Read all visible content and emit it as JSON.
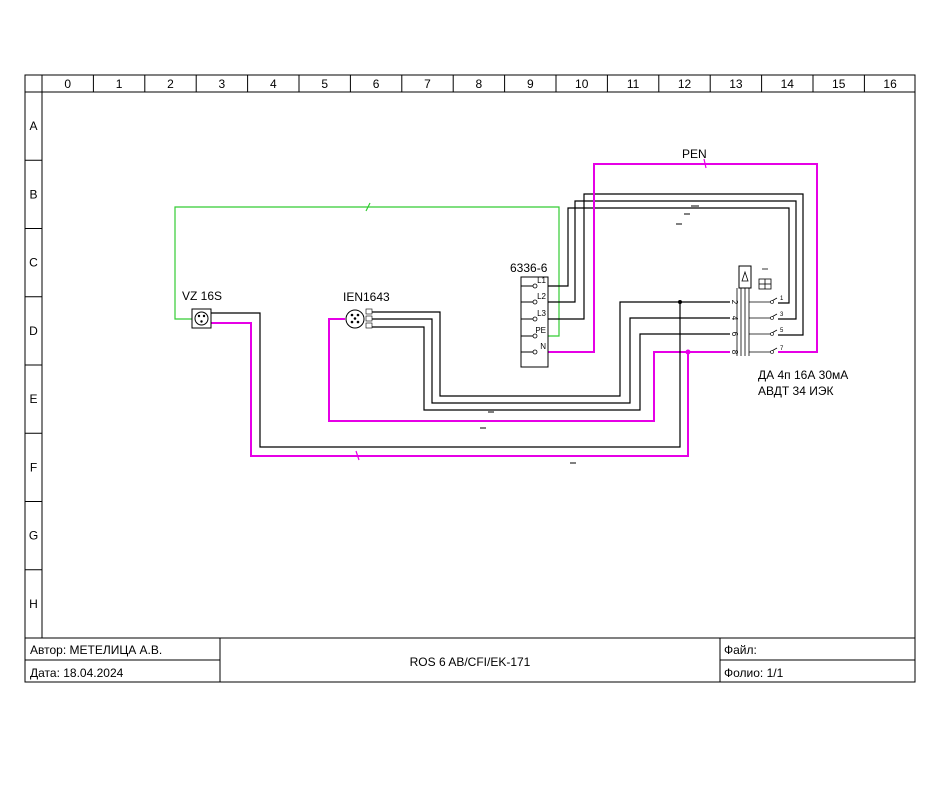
{
  "frame": {
    "columns": [
      "0",
      "1",
      "2",
      "3",
      "4",
      "5",
      "6",
      "7",
      "8",
      "9",
      "10",
      "11",
      "12",
      "13",
      "14",
      "15",
      "16"
    ],
    "rows": [
      "A",
      "B",
      "C",
      "D",
      "E",
      "F",
      "G",
      "H"
    ]
  },
  "components": {
    "socket_vz": {
      "label": "VZ 16S"
    },
    "socket_ien": {
      "label": "IEN1643"
    },
    "terminal": {
      "label": "6336-6",
      "pins": [
        "L1",
        "L2",
        "L3",
        "PE",
        "N"
      ]
    },
    "breaker": {
      "line1": "ДА 4п 16А 30мА",
      "line2": "АВДТ 34 ИЭК",
      "pins": [
        "2",
        "4",
        "6",
        "8"
      ],
      "outs": [
        "1",
        "3",
        "5",
        "7"
      ]
    }
  },
  "wires": {
    "pen_label": "PEN"
  },
  "colors": {
    "green": "#33cc33",
    "magenta": "#e600e6",
    "black": "#000000"
  },
  "title_block": {
    "author": "Автор: МЕТЕЛИЦА А.В.",
    "date": "Дата: 18.04.2024",
    "doc": "ROS 6 AB/CFI/EK-171",
    "file": "Файл:",
    "folio": "Фолио: 1/1"
  }
}
